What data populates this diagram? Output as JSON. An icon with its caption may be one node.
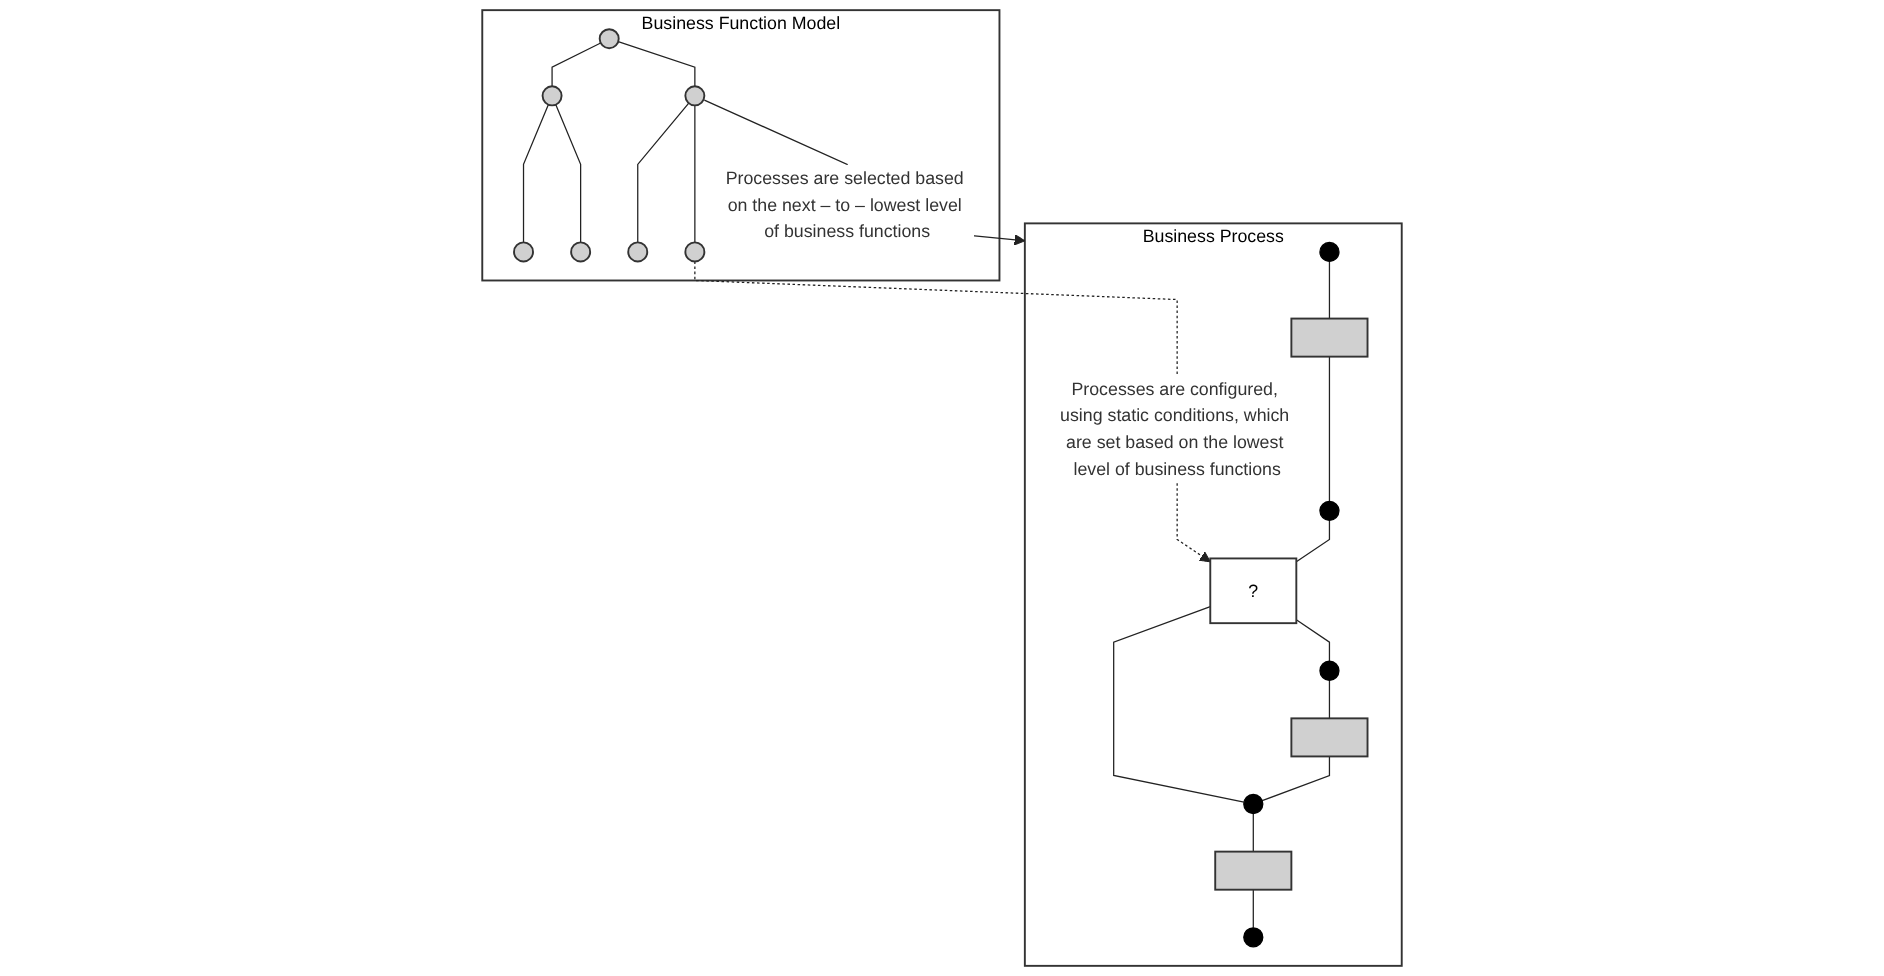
{
  "diagram": {
    "nodes": [
      {
        "text": [
          "Business Function Model"
        ]
      },
      {
        "text": [],
        "shape": "circle",
        "in": 0
      },
      {
        "text": [],
        "shape": "circle",
        "in": 0
      },
      {
        "text": [],
        "shape": "circle",
        "in": 0
      },
      {
        "text": [],
        "shape": "circle",
        "in": 0
      },
      {
        "text": [],
        "shape": "circle",
        "in": 0
      },
      {
        "text": [],
        "shape": "circle",
        "in": 0
      },
      {
        "text": [],
        "shape": "circle",
        "in": 0
      },
      {
        "text": [
          "Business Process"
        ]
      },
      {
        "text": [],
        "shape": "circle",
        "in": 8
      },
      {
        "text": [],
        "shape": "box",
        "in": 8
      },
      {
        "text": [],
        "shape": "circle",
        "in": 8
      },
      {
        "text": [
          "?"
        ],
        "in": 8
      },
      {
        "text": [],
        "shape": "circle",
        "in": 8
      },
      {
        "text": [],
        "shape": "box",
        "in": 8
      },
      {
        "text": [],
        "shape": "circle",
        "in": 8
      },
      {
        "text": [],
        "shape": "box",
        "in": 8
      },
      {
        "text": [],
        "shape": "circle",
        "in": 8
      }
    ],
    "edges": [
      {
        "from": 1,
        "to": 2,
        "arrow": "none"
      },
      {
        "from": 1,
        "to": 3,
        "arrow": "none"
      },
      {
        "from": 2,
        "to": 4,
        "arrow": "none"
      },
      {
        "from": 2,
        "to": 5,
        "arrow": "none"
      },
      {
        "from": 3,
        "to": 6,
        "arrow": "none"
      },
      {
        "from": 3,
        "to": 7,
        "arrow": "none"
      },
      {
        "from": 9,
        "to": 10,
        "arrow": "none"
      },
      {
        "from": 10,
        "to": 11,
        "arrow": "none"
      },
      {
        "from": 11,
        "to": 12,
        "arrow": "none"
      },
      {
        "from": 12,
        "to": 13,
        "arrow": "none"
      },
      {
        "from": 13,
        "to": 14,
        "arrow": "none"
      },
      {
        "from": 14,
        "to": 15,
        "arrow": "none"
      },
      {
        "from": 15,
        "to": 16,
        "arrow": "none"
      },
      {
        "from": 16,
        "to": 17,
        "arrow": "none"
      },
      {
        "from": 15,
        "to": 12,
        "arrow": "none"
      },
      {
        "from": 3,
        "to": 8,
        "arrow": "to",
        "label": "Processes are selected based on the next – to – lowest level of business functions"
      },
      {
        "from": 7,
        "to": 12,
        "arrow": "to",
        "style": "dashed",
        "label": "Processes are configured, using static conditions, which are set based on the lowest level of business functions"
      }
    ]
  }
}
